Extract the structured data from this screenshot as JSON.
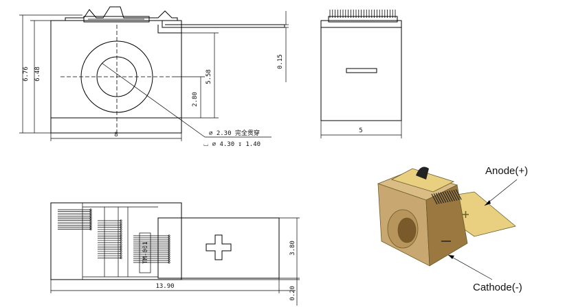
{
  "top_view": {
    "dim_height_outer": "6.76",
    "dim_height_inner": "6.48",
    "dim_width": "8",
    "dim_hole_span": "5.58",
    "dim_hole_center": "2.80",
    "dim_tab_thickness": "0.15",
    "note_hole_through": "∅ 2.30 完全贯穿",
    "note_counterbore": "⌴ ∅ 4.30 ↧ 1.40"
  },
  "side_view": {
    "dim_width": "5"
  },
  "front_view": {
    "dim_length": "13.90",
    "dim_tab_height": "3.80",
    "dim_tab_offset": "0.20",
    "part_mark": "TM-001"
  },
  "iso_view": {
    "anode_label": "Anode(+)",
    "cathode_label": "Cathode(-)",
    "plus_symbol": "+",
    "minus_symbol": "—"
  },
  "colors": {
    "body": "#c8a870",
    "body_dark": "#9a7840",
    "gold": "#e8d080",
    "line": "#000000"
  }
}
